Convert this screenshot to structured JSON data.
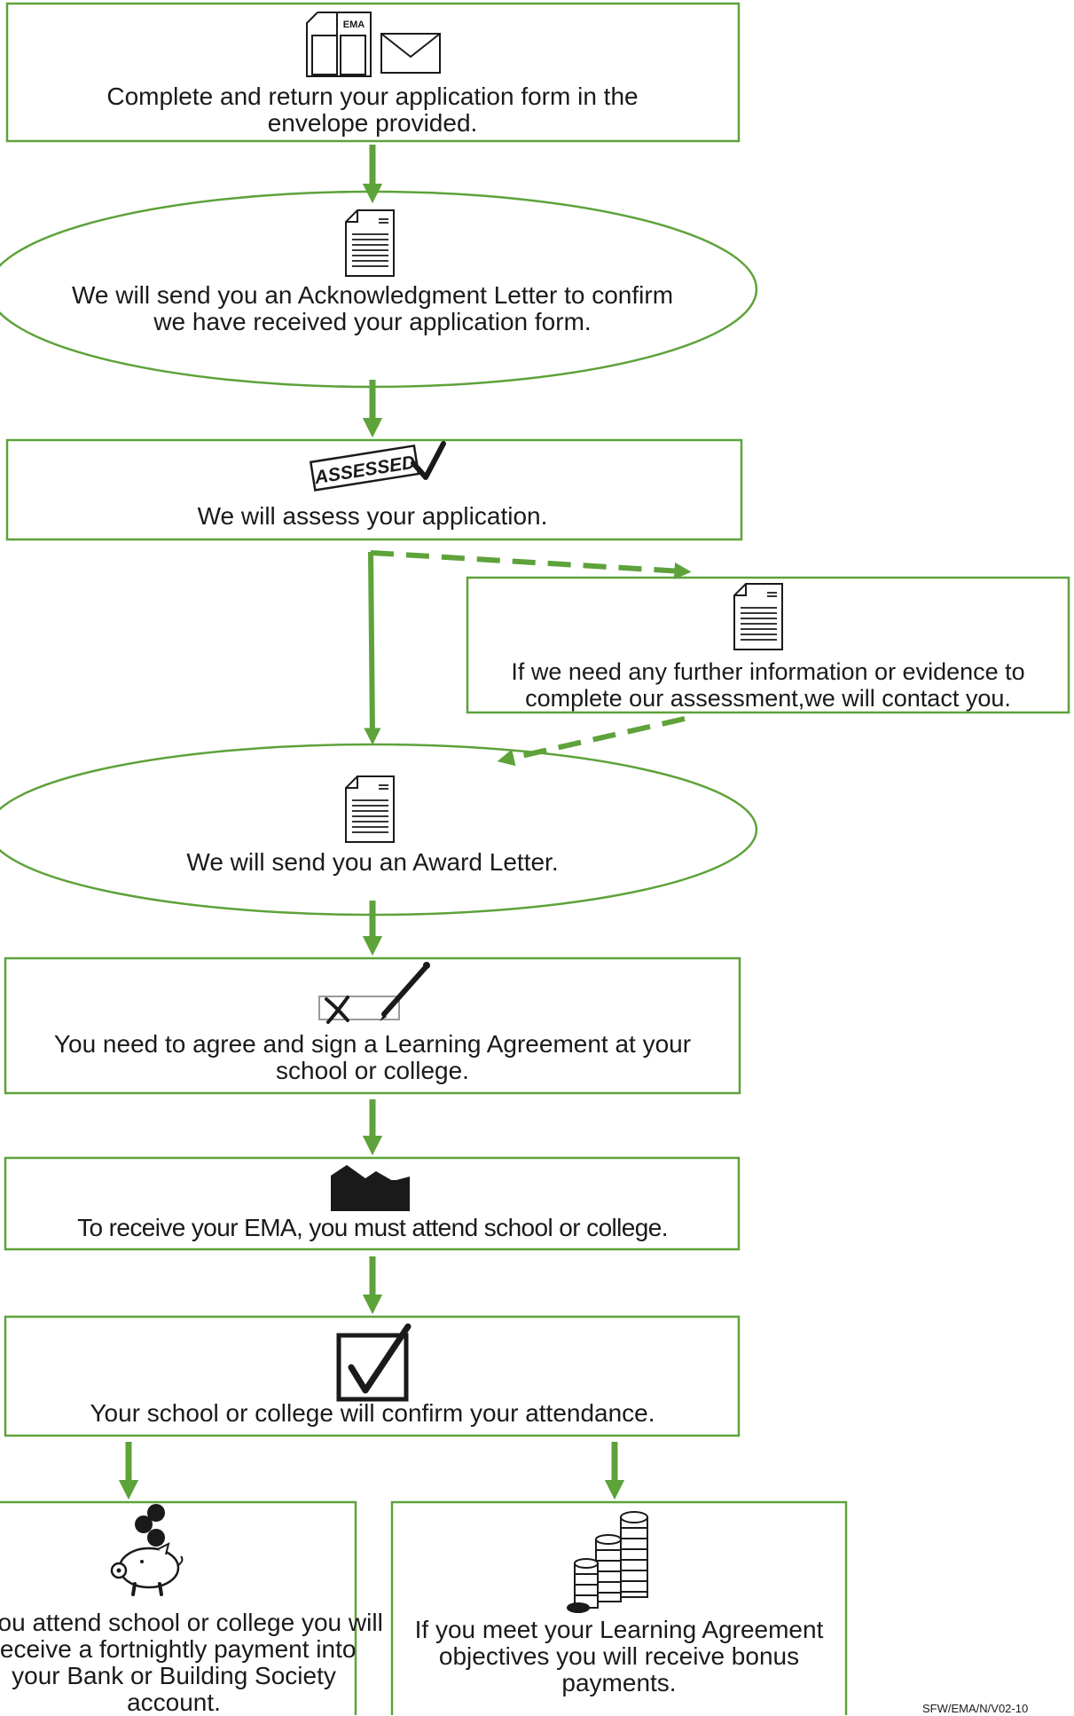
{
  "colors": {
    "accent_green": "#5ea23a",
    "text": "#1a1a1a"
  },
  "icons": {
    "step_1": "application-form-and-envelope-icon",
    "step_2": "letter-document-icon",
    "step_3": "assessed-stamp-icon",
    "step_4": "letter-document-icon",
    "step_5": "letter-document-icon",
    "step_6": "signature-pen-icon",
    "step_7": "school-building-icon",
    "step_8": "checkbox-tick-icon",
    "step_9": "piggy-bank-coins-icon",
    "step_10": "coin-stacks-icon"
  },
  "stamp_text": "ASSESSED",
  "form_label": "EMA",
  "steps": {
    "submit": "Complete and return your application form in the envelope provided.",
    "acknowledge": "We will send you an Acknowledgment Letter to confirm we have received your application form.",
    "assess": "We will assess your application.",
    "further_info": "If we need any further information or evidence to complete our assessment,we will contact you.",
    "award": "We will send you an Award Letter.",
    "agreement": "You need to agree and sign a Learning Agreement at your school or college.",
    "attend": "To receive your EMA, you must attend school or college.",
    "confirm": "Your school or college will confirm your attendance.",
    "payment": "If you attend school or college you will receive a fortnightly payment into your Bank or Building Society account.",
    "bonus": "If you meet your Learning Agreement objectives you will receive bonus payments."
  },
  "reference_code": "SFW/EMA/N/V02-10"
}
